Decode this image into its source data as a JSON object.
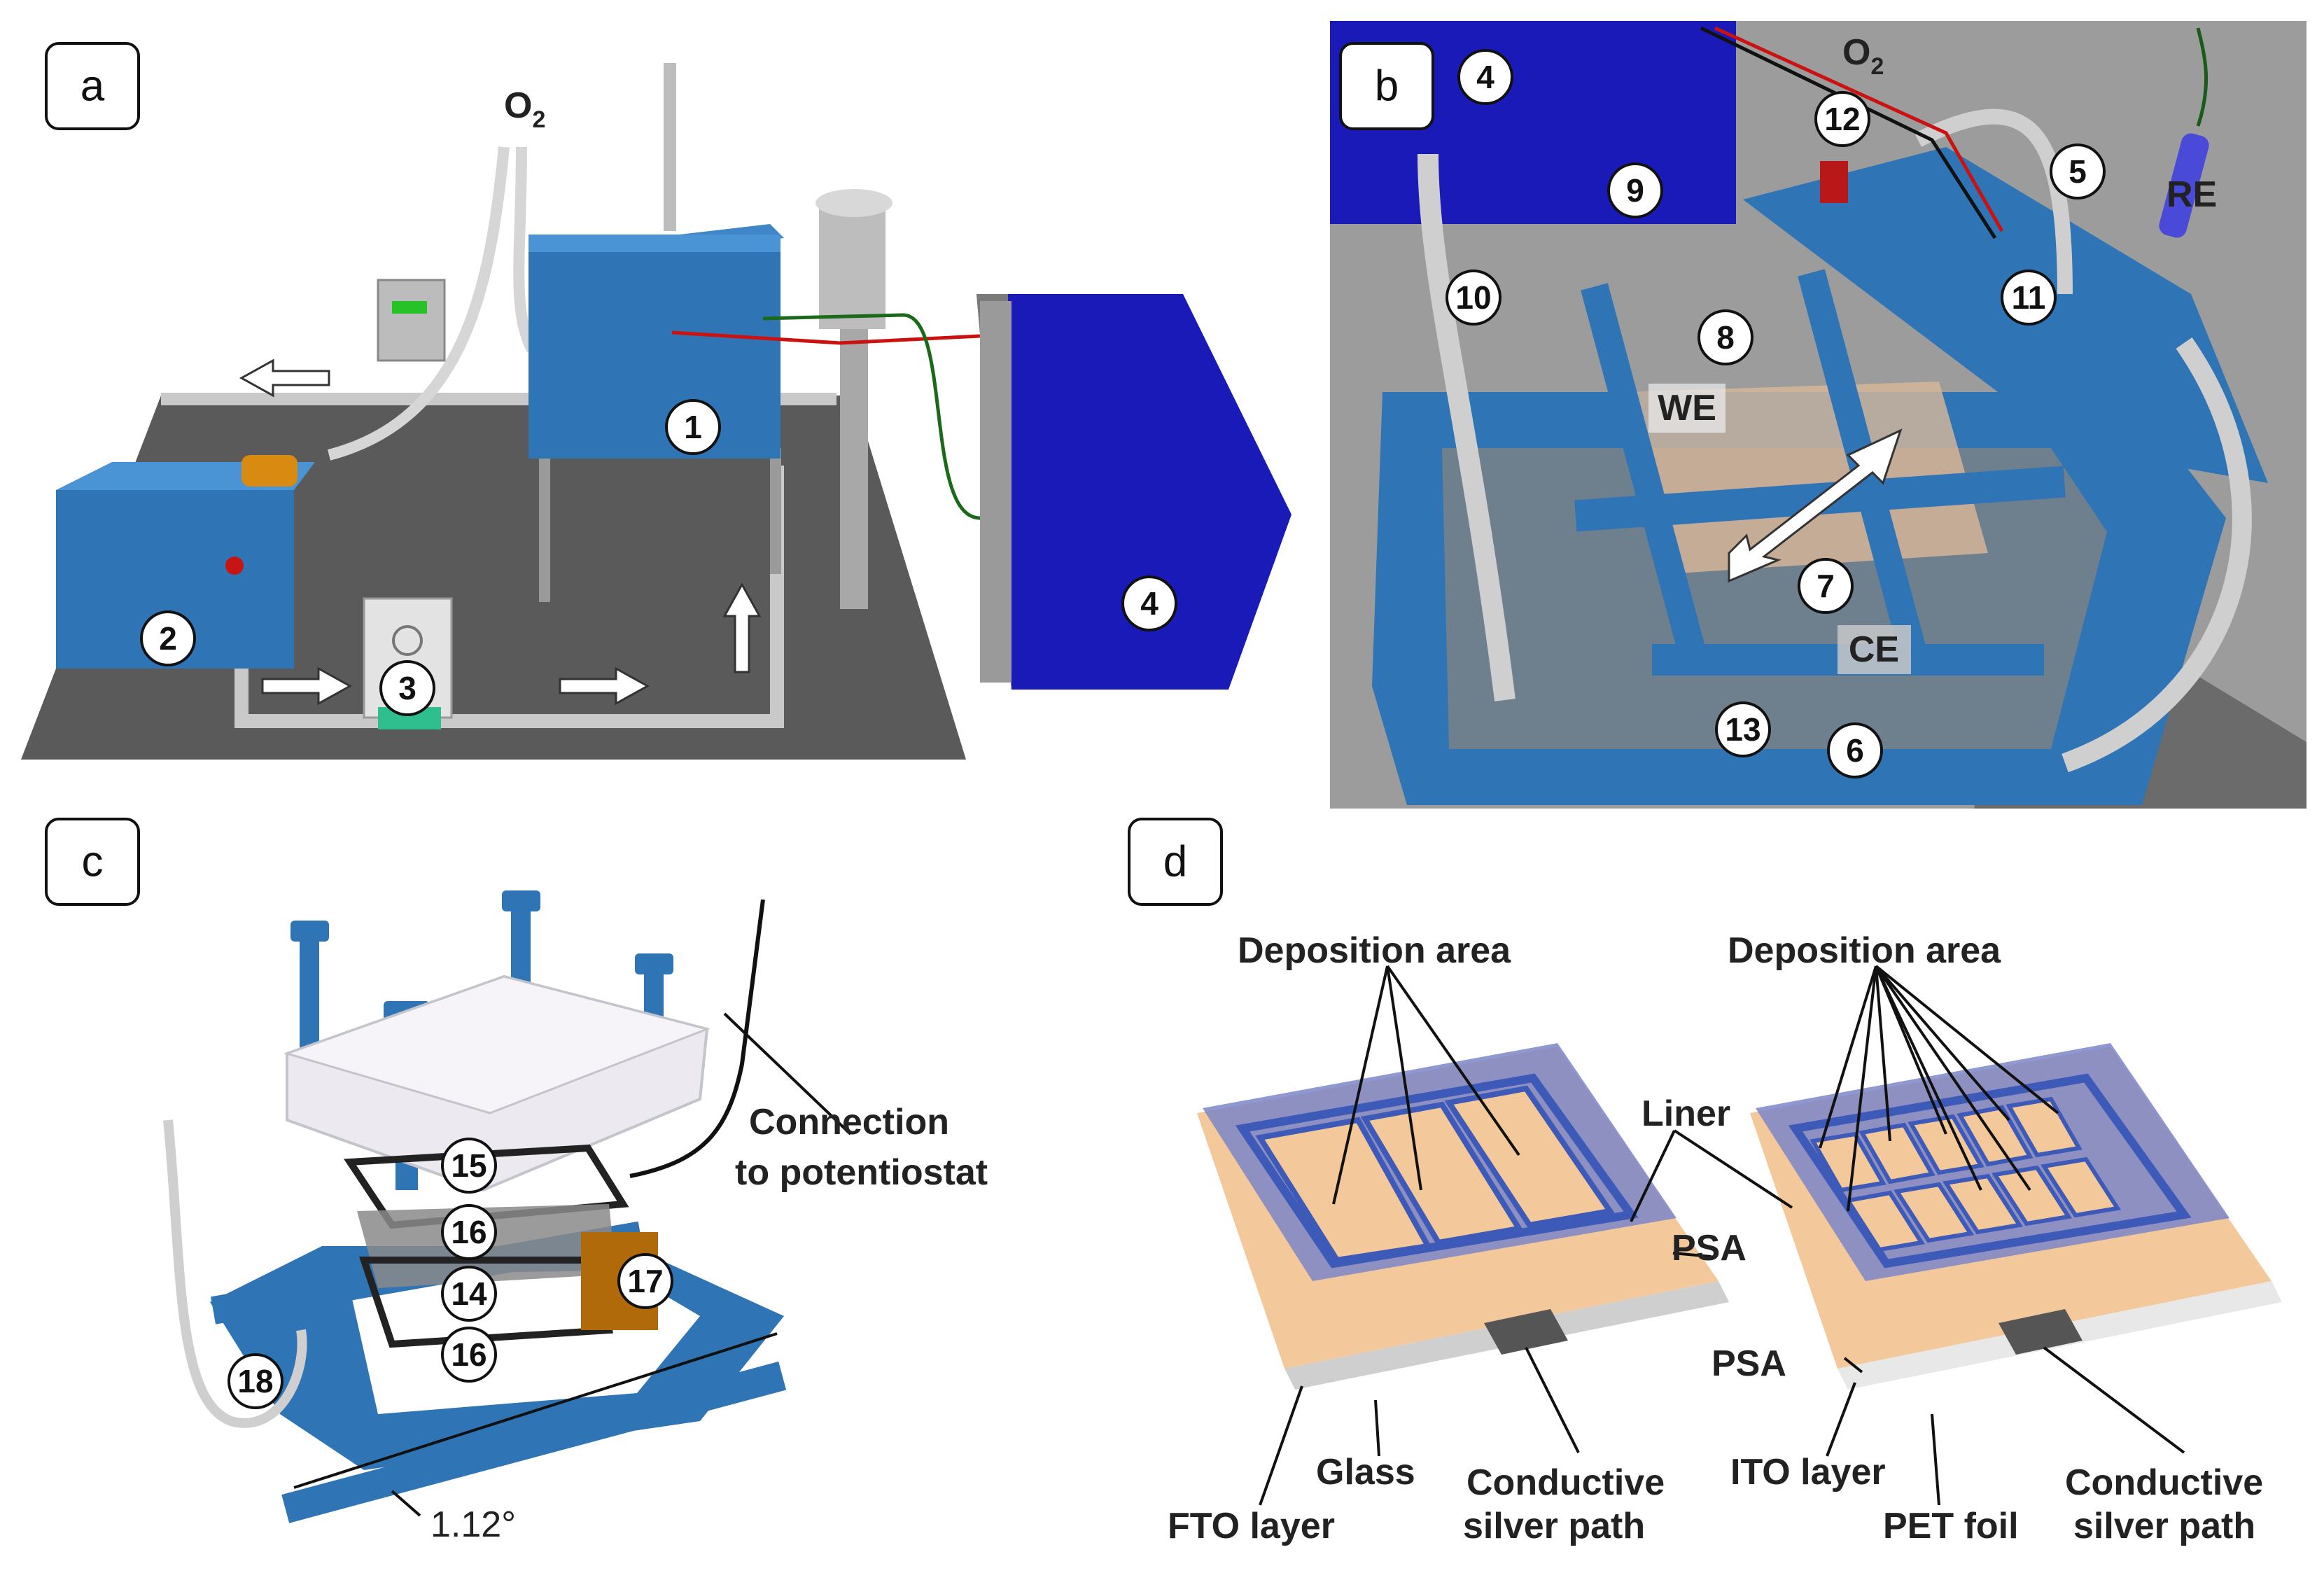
{
  "panels": {
    "a": {
      "letter": "a",
      "gas_label": "O",
      "gas_sub": "2",
      "callouts": [
        "1",
        "2",
        "3",
        "4"
      ]
    },
    "b": {
      "letter": "b",
      "gas_label": "O",
      "gas_sub": "2",
      "callouts": [
        "4",
        "12",
        "5",
        "9",
        "10",
        "11",
        "8",
        "7",
        "13",
        "6"
      ],
      "labels": {
        "re": "RE",
        "we": "WE",
        "ce": "CE"
      }
    },
    "c": {
      "letter": "c",
      "callouts": [
        "15",
        "16",
        "14",
        "16",
        "17",
        "18"
      ],
      "connection_line1": "Connection",
      "connection_line2": "to potentiostat",
      "angle": "1.12°"
    },
    "d": {
      "letter": "d",
      "left": {
        "deposition": "Deposition area",
        "psa": "PSA",
        "fto": "FTO layer",
        "glass": "Glass",
        "silver_line1": "Conductive",
        "silver_line2": "silver path"
      },
      "right": {
        "deposition": "Deposition area",
        "liner": "Liner",
        "psa": "PSA",
        "ito": "ITO layer",
        "pet": "PET foil",
        "silver_line1": "Conductive",
        "silver_line2": "silver path"
      }
    }
  },
  "colors": {
    "blue": "#2f74b5",
    "navy": "#1a1ab8",
    "floor": "#555555",
    "substrate": "#f2c9a0",
    "liner": "#7b86c8"
  }
}
